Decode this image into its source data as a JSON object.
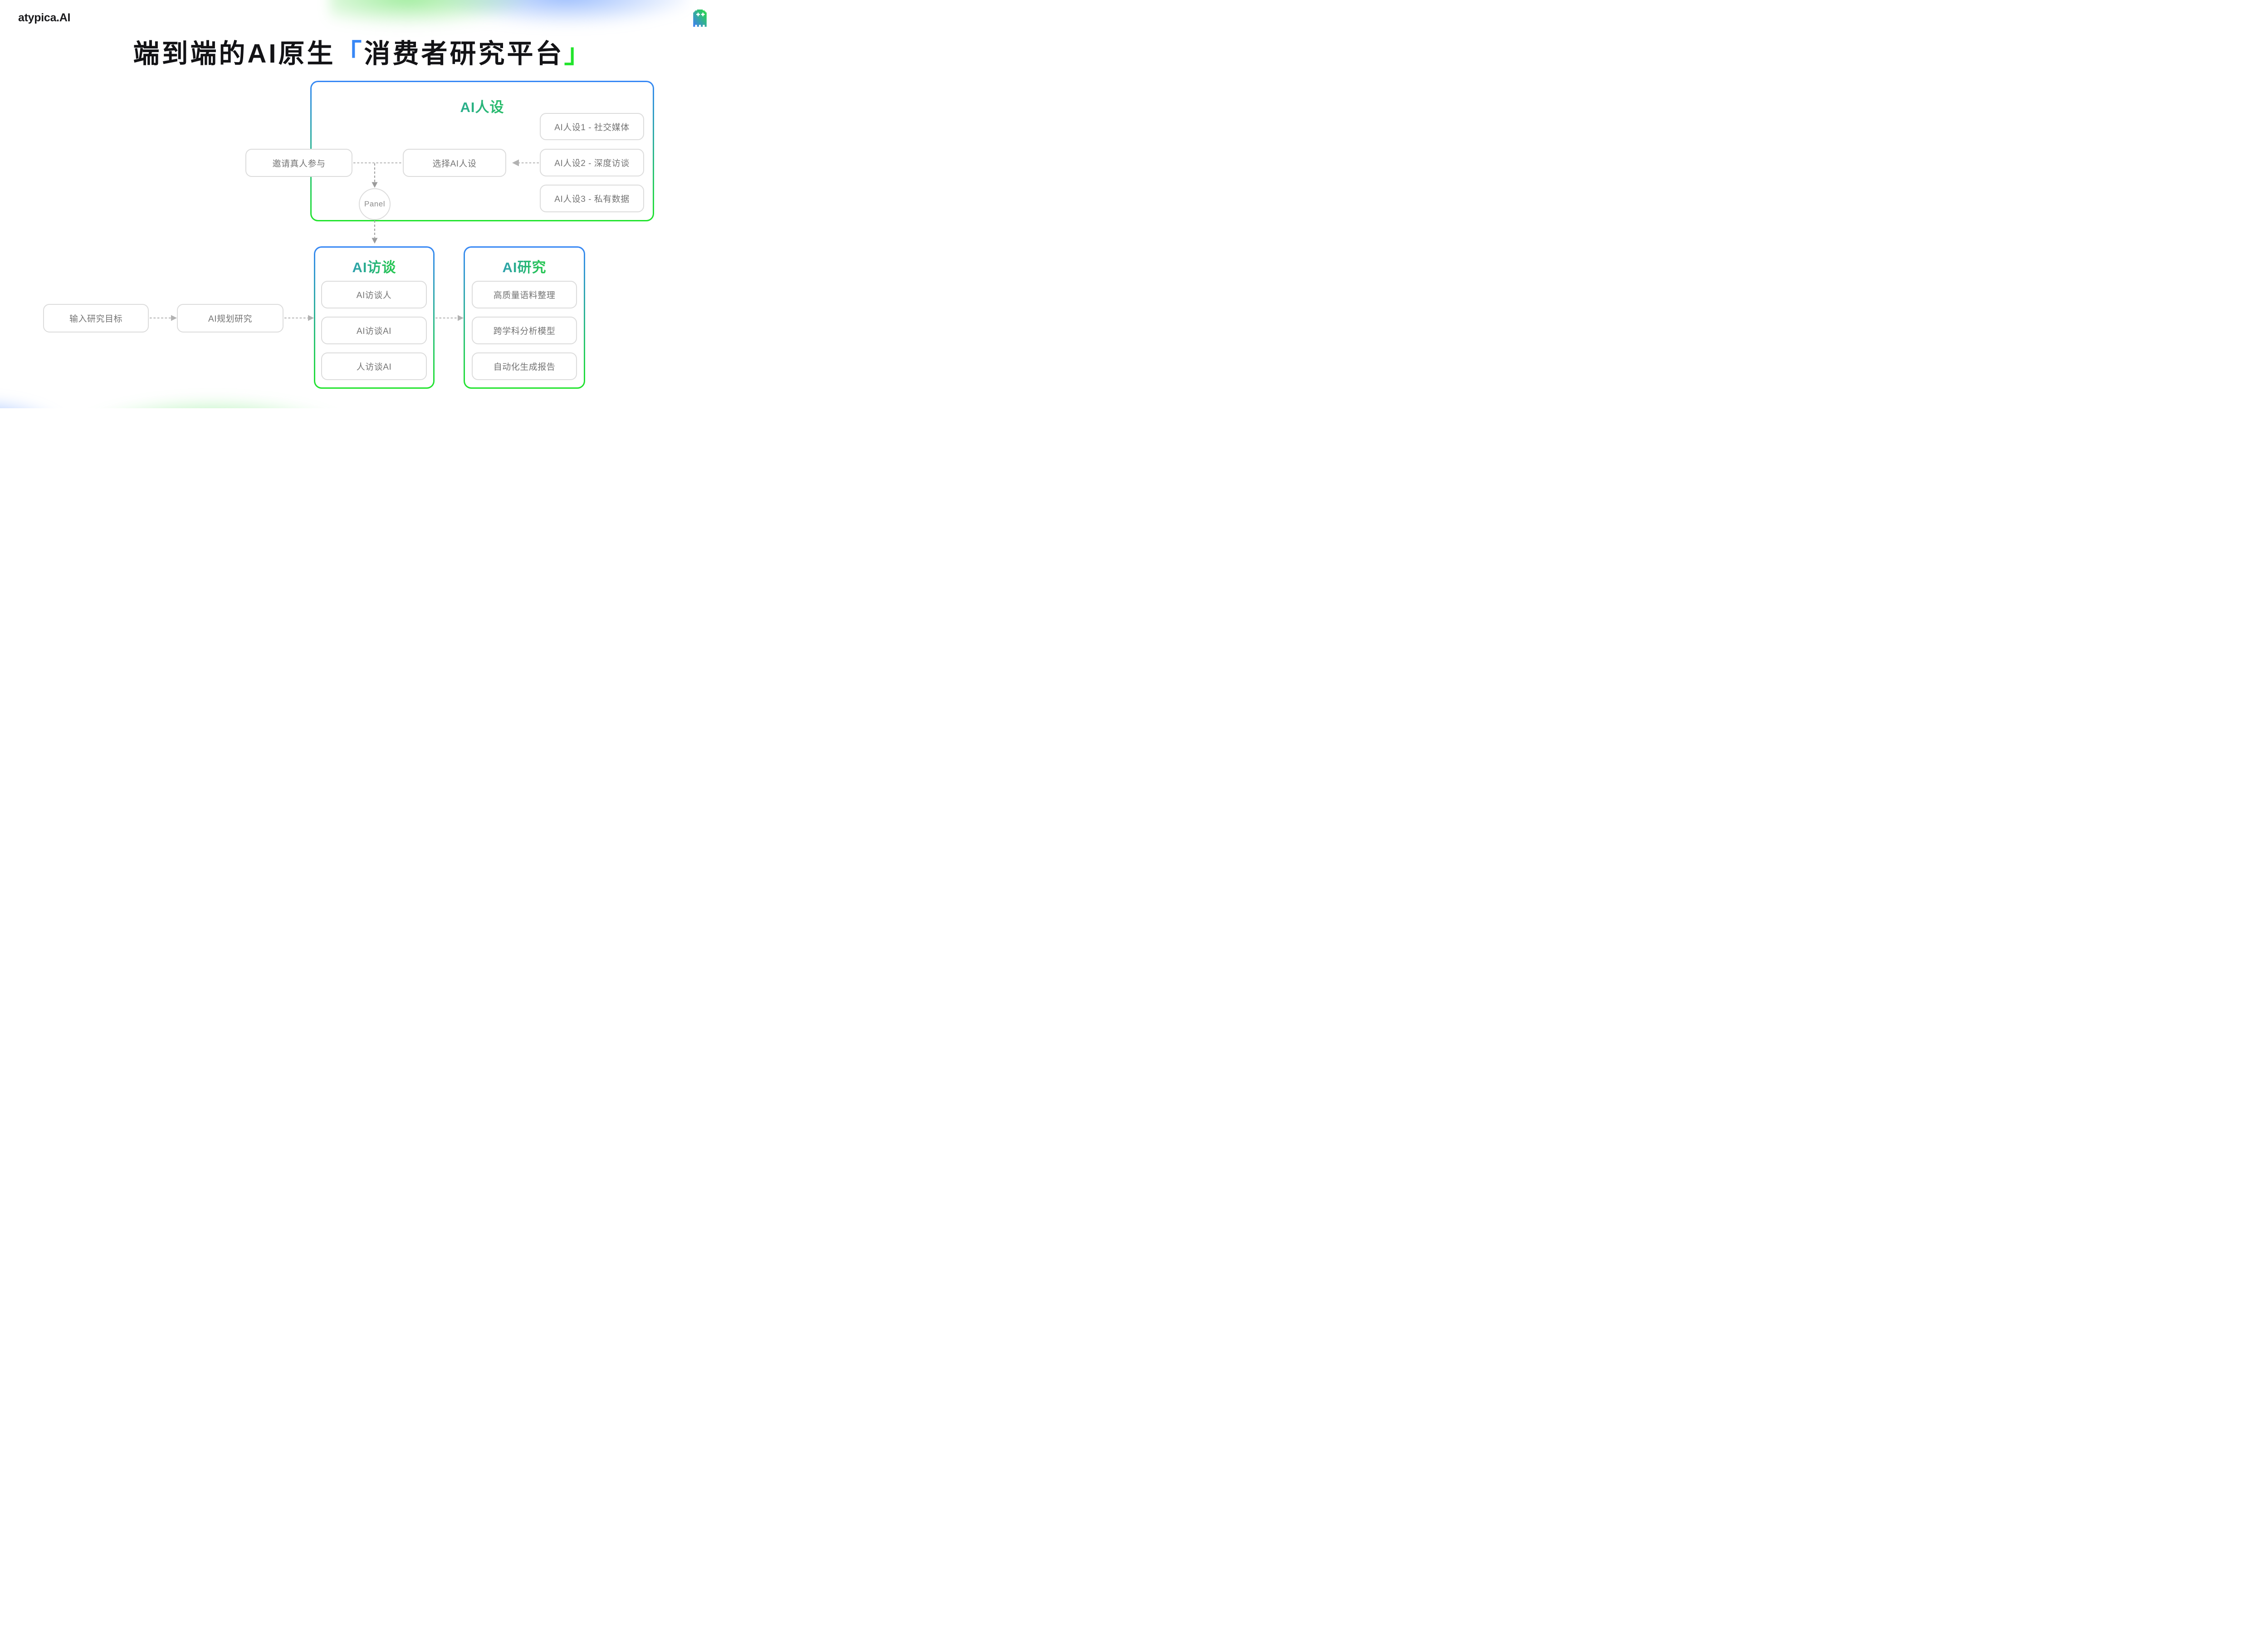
{
  "slide": {
    "brand": "atypica.AI",
    "title": {
      "prefix": "端到端的AI原生",
      "bracket_open": "「",
      "highlight": "消费者研究平台",
      "bracket_close": "」"
    }
  },
  "colors": {
    "blue": "#3787F6",
    "green": "#21E42C",
    "ink": "#131316",
    "node_text": "#747474",
    "node_border": "#dcdcdc",
    "dotted_line": "#c0c0c0",
    "dashed_line": "#a3a3a3"
  },
  "groups": {
    "persona": {
      "title": "AI人设",
      "items": [
        "AI人设1 - 社交媒体",
        "AI人设2 - 深度访谈",
        "AI人设3 - 私有数据"
      ]
    },
    "interview": {
      "title": "AI访谈",
      "items": [
        "AI访谈人",
        "AI访谈AI",
        "人访谈AI"
      ]
    },
    "research": {
      "title": "AI研究",
      "items": [
        "高质量语料整理",
        "跨学科分析模型",
        "自动化生成报告"
      ]
    }
  },
  "nodes": {
    "invite": "邀请真人参与",
    "select": "选择AI人设",
    "panel": "Panel",
    "goal": "输入研究目标",
    "plan": "AI规划研究"
  },
  "icons": {
    "ghost": "pixel-ghost-icon"
  }
}
